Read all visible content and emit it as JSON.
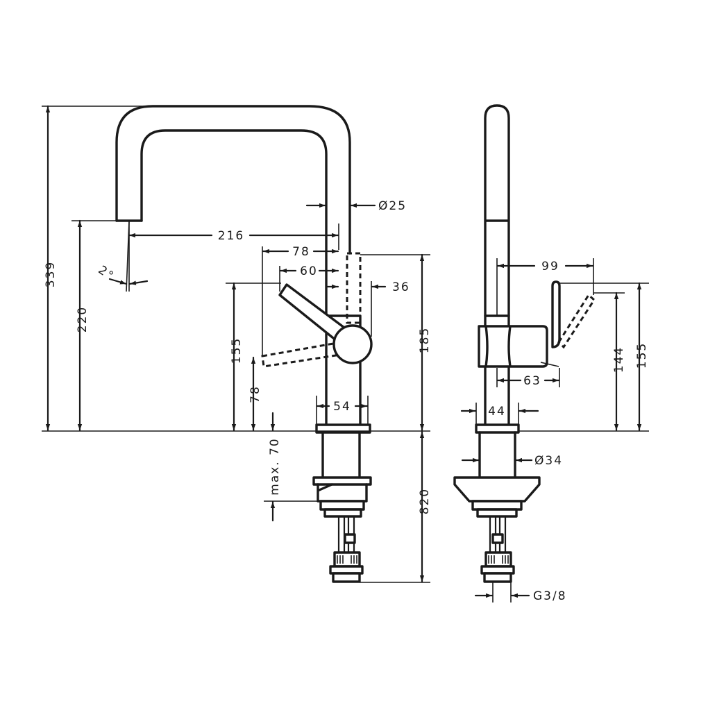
{
  "dimensions": {
    "overall_height": "339",
    "spout_height": "220",
    "spout_reach": "216",
    "spout_angle": "2°",
    "tube_diameter": "Ø25",
    "lever_dashed_reach": "78",
    "lever_reach": "60",
    "body_offset": "36",
    "body_height": "185",
    "lever_height": "155",
    "lever_dashed_height": "78",
    "base_width": "54",
    "max_thickness": "max. 70",
    "hose_length": "820",
    "side_reach": "99",
    "side_lever_height_144": "144",
    "side_lever_height_155": "155",
    "side_body_depth": "63",
    "side_base_width": "44",
    "shank_diameter": "Ø34",
    "thread": "G3/8"
  },
  "colors": {
    "line": "#1a1a1a",
    "background": "#ffffff"
  }
}
